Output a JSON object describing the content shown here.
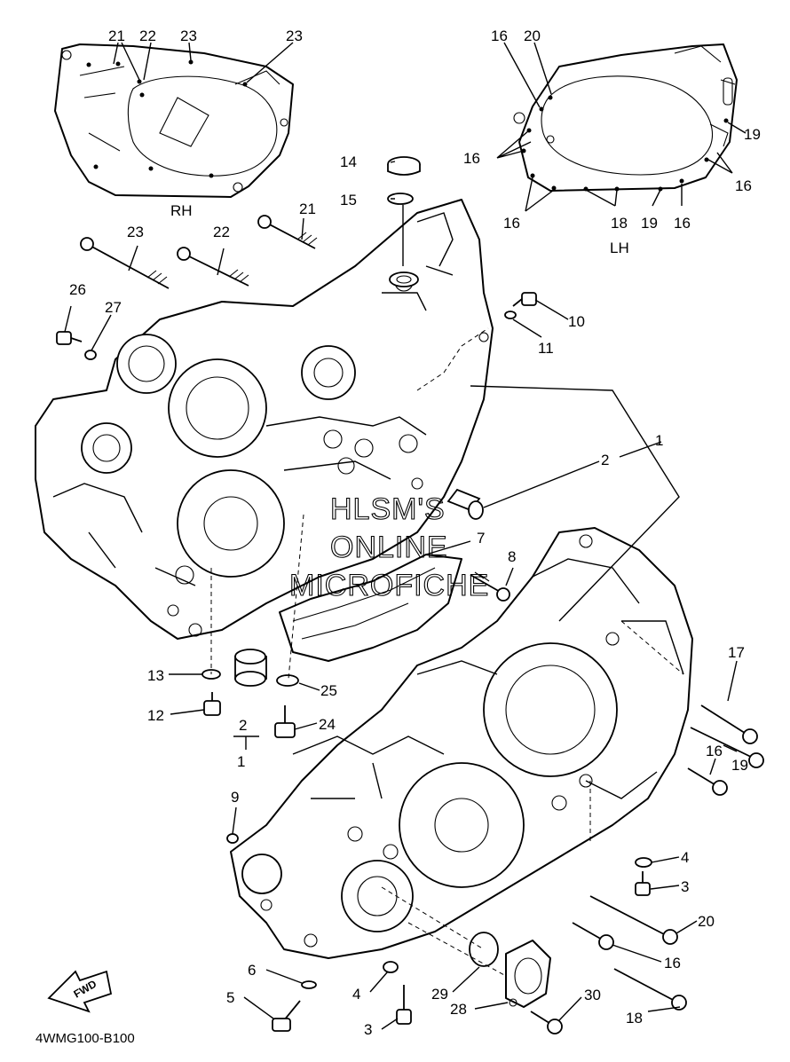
{
  "diagram_code": "4WMG100-B100",
  "side_labels": {
    "rh": "RH",
    "lh": "LH"
  },
  "fwd_label": "FWD",
  "watermark": [
    "HLSM'S",
    "ONLINE",
    "MICROFICHE"
  ],
  "callouts": {
    "rh_21": "21",
    "rh_22": "22",
    "rh_23a": "23",
    "rh_23b": "23",
    "lh_16a": "16",
    "lh_20": "20",
    "lh_19a": "19",
    "lh_16b": "16",
    "lh_16c": "16",
    "lh_16d": "16",
    "lh_18": "18",
    "lh_19b": "19",
    "lh_16e": "16",
    "p14": "14",
    "p15": "15",
    "p21": "21",
    "p23": "23",
    "p22": "22",
    "p26": "26",
    "p27": "27",
    "p10": "10",
    "p11": "11",
    "p1_top": "1",
    "p2_top": "2",
    "p7": "7",
    "p8": "8",
    "p13": "13",
    "p12": "12",
    "p2_bottom": "2",
    "p1_bottom": "1",
    "p25": "25",
    "p24": "24",
    "p17": "17",
    "p19": "19",
    "p16_mid": "16",
    "p9": "9",
    "p4_right": "4",
    "p3_right": "3",
    "p20": "20",
    "p16_low": "16",
    "p6": "6",
    "p5": "5",
    "p4_low": "4",
    "p3_low": "3",
    "p29": "29",
    "p28": "28",
    "p30": "30",
    "p18": "18"
  }
}
